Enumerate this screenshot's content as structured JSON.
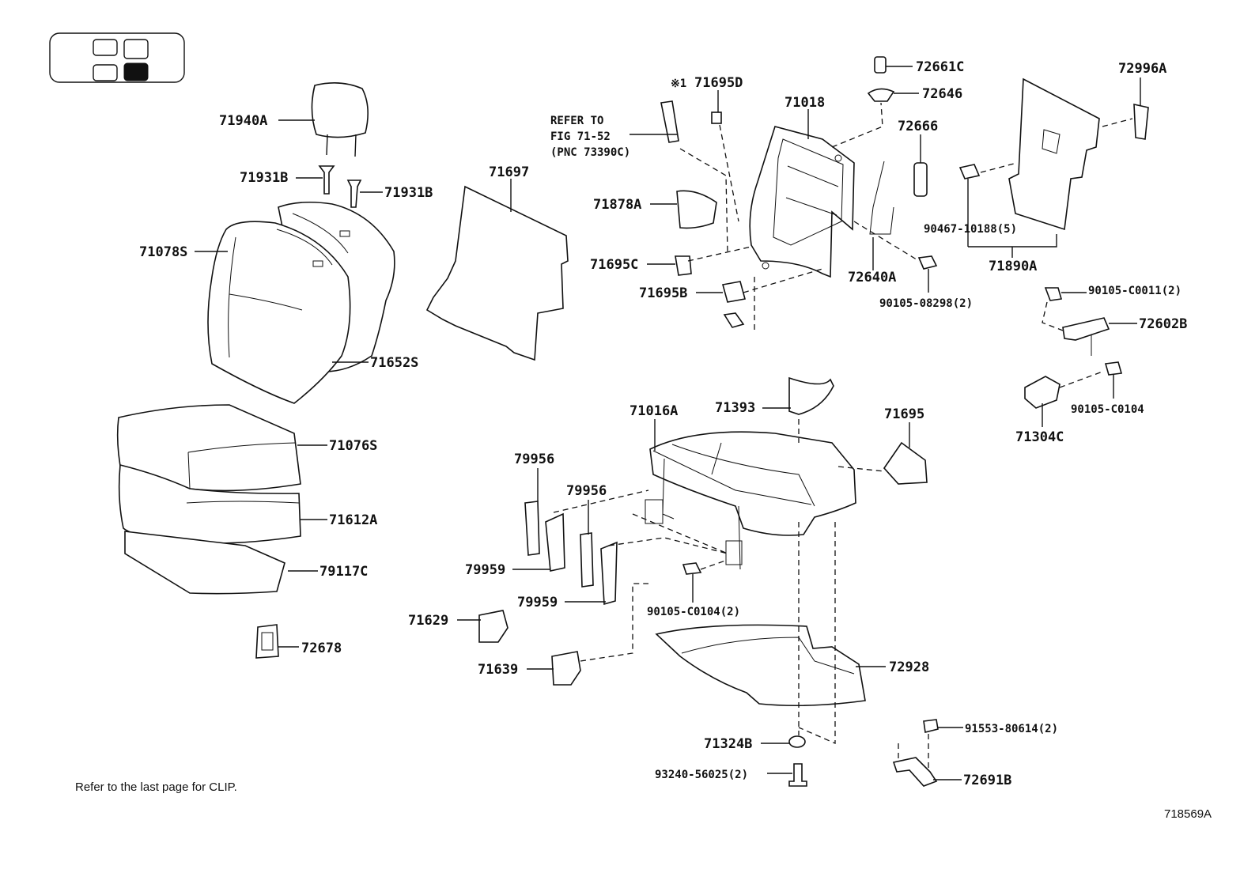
{
  "figure_code": "718569A",
  "note": "Refer to the last page for CLIP.",
  "seat_key": {
    "cells": [
      "empty",
      "empty",
      "empty",
      "filled"
    ]
  },
  "refer_to": {
    "line1": "REFER TO",
    "line2": "FIG 71-52",
    "line3": "(PNC 73390C)",
    "mark": "※1"
  },
  "parts": {
    "p71940A": "71940A",
    "p71931B_1": "71931B",
    "p71931B_2": "71931B",
    "p71078S": "71078S",
    "p71652S": "71652S",
    "p71076S": "71076S",
    "p71612A": "71612A",
    "p79117C": "79117C",
    "p72678": "72678",
    "p71697": "71697",
    "p71695D": "71695D",
    "p71878A": "71878A",
    "p71695C": "71695C",
    "p71695B": "71695B",
    "p71018": "71018",
    "p72661C": "72661C",
    "p72646": "72646",
    "p72666": "72666",
    "p72640A": "72640A",
    "p90105_08298": "90105-08298(2)",
    "p72996A": "72996A",
    "p90467_10188": "90467-10188(5)",
    "p71890A": "71890A",
    "p90105_C0011": "90105-C0011(2)",
    "p72602B": "72602B",
    "p90105_C0104": "90105-C0104",
    "p71304C": "71304C",
    "p71016A": "71016A",
    "p71393": "71393",
    "p71695": "71695",
    "p79956_1": "79956",
    "p79956_2": "79956",
    "p79959_1": "79959",
    "p79959_2": "79959",
    "p90105_C0104_2": "90105-C0104(2)",
    "p71629": "71629",
    "p71639": "71639",
    "p72928": "72928",
    "p71324B": "71324B",
    "p93240_56025": "93240-56025(2)",
    "p91553_80614": "91553-80614(2)",
    "p72691B": "72691B"
  }
}
